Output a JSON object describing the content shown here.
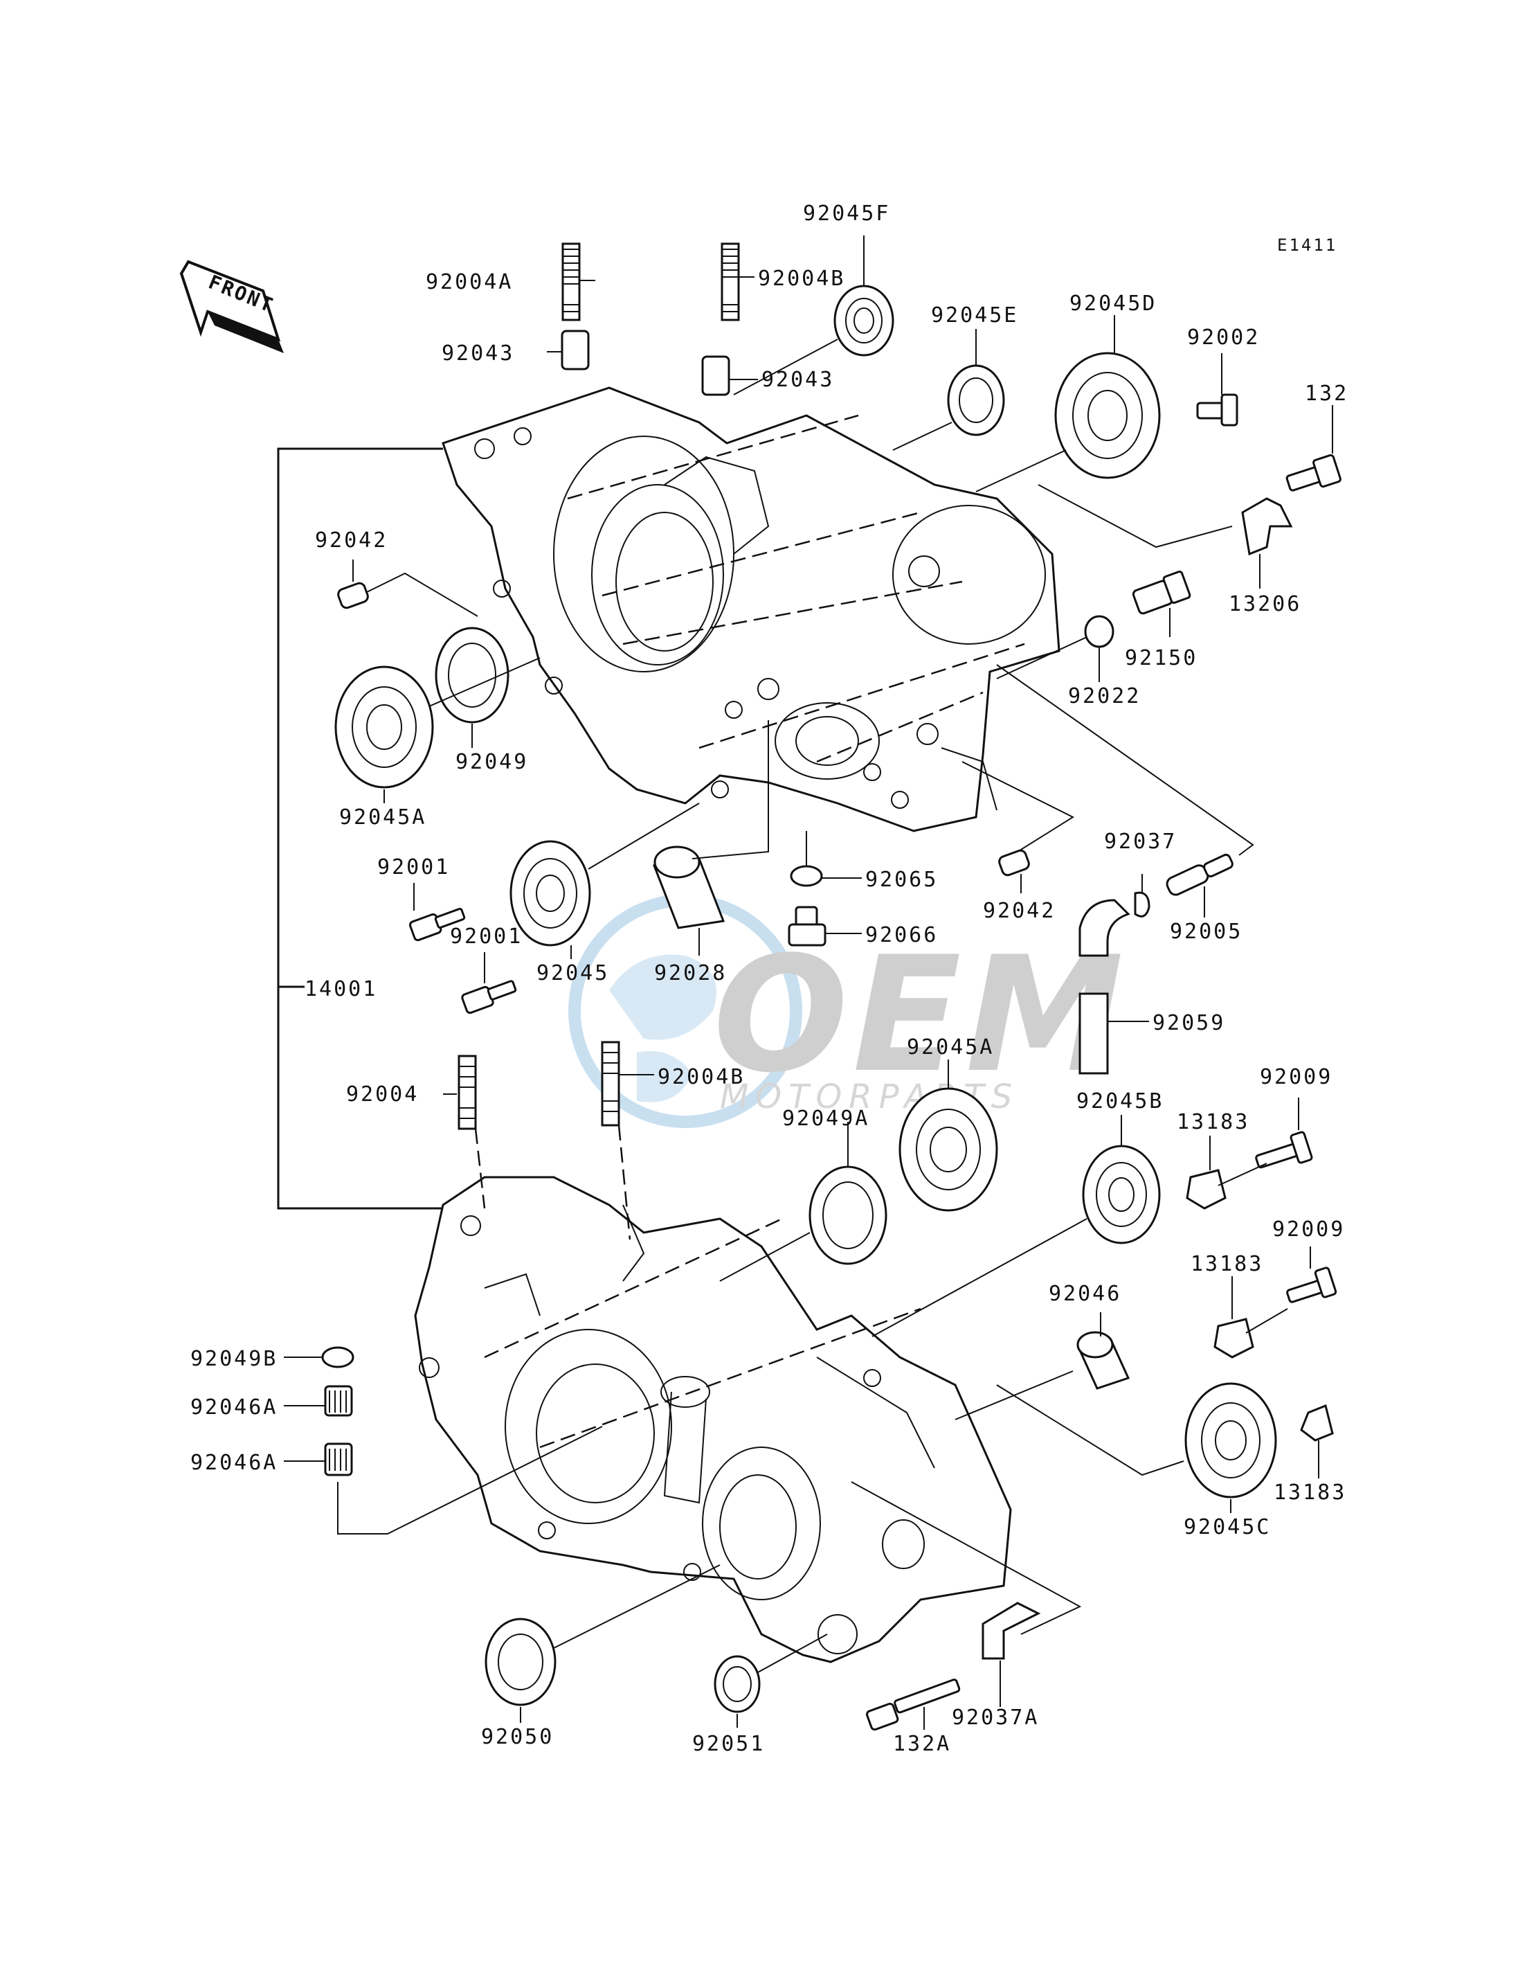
{
  "diagram": {
    "code": "E1411",
    "front_label": "FRONT",
    "watermark": {
      "brand": "OEM",
      "sub": "MOTORPARTS",
      "color": "#9cc6e4"
    }
  },
  "labels": {
    "l92004A": "92004A",
    "l92004B_top": "92004B",
    "l92045F": "92045F",
    "l92043_left": "92043",
    "l92043_right": "92043",
    "l92045E": "92045E",
    "l92045D": "92045D",
    "l92002": "92002",
    "l132": "132",
    "l92042_top": "92042",
    "l13206": "13206",
    "l92150": "92150",
    "l92022": "92022",
    "l92049": "92049",
    "l92045A_top": "92045A",
    "l92001_a": "92001",
    "l92001_b": "92001",
    "l92045": "92045",
    "l92028": "92028",
    "l92065": "92065",
    "l92066": "92066",
    "l92042_mid": "92042",
    "l92037": "92037",
    "l92005": "92005",
    "l14001": "14001",
    "l92059": "92059",
    "l92004": "92004",
    "l92004B_bot": "92004B",
    "l92045A_mid": "92045A",
    "l92049A": "92049A",
    "l92045B": "92045B",
    "l92009_a": "92009",
    "l13183_a": "13183",
    "l92009_b": "92009",
    "l13183_b": "13183",
    "l92046": "92046",
    "l92049B": "92049B",
    "l92046A_a": "92046A",
    "l92046A_b": "92046A",
    "l13183_c": "13183",
    "l92045C": "92045C",
    "l92050": "92050",
    "l92051": "92051",
    "l132A": "132A",
    "l92037A": "92037A"
  }
}
